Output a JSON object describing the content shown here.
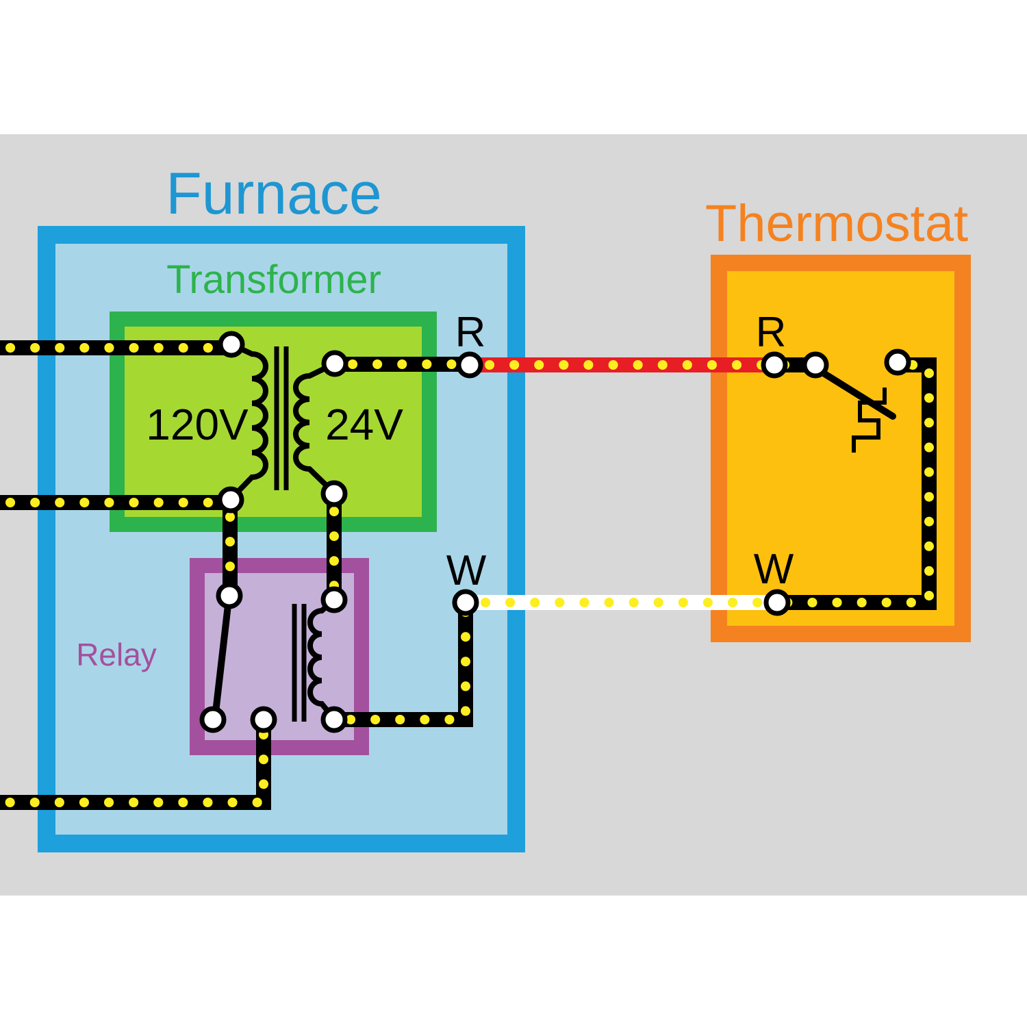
{
  "diagram": {
    "furnace": {
      "label": "Furnace",
      "transformer": {
        "label": "Transformer",
        "primary_voltage": "120V",
        "secondary_voltage": "24V"
      },
      "relay": {
        "label": "Relay"
      },
      "terminals": {
        "r": "R",
        "w": "W"
      }
    },
    "thermostat": {
      "label": "Thermostat",
      "terminals": {
        "r": "R",
        "w": "W"
      }
    },
    "colors": {
      "canvas": "#ffffff",
      "background": "#d8d8d8",
      "furnace_border": "#1da0dc",
      "furnace_fill": "#a9d5e8",
      "furnace_label": "#1e96d2",
      "transformer_border": "#2db34d",
      "transformer_fill": "#a6d832",
      "transformer_label": "#2db34d",
      "relay_border": "#a3509e",
      "relay_fill": "#c5b1d8",
      "relay_label": "#a3509e",
      "thermostat_border": "#f58220",
      "thermostat_fill": "#fdc00f",
      "thermostat_label": "#f58220",
      "wire_black": "#000000",
      "wire_red": "#e81e25",
      "wire_white": "#ffffff",
      "wire_dot": "#fcee21"
    }
  }
}
